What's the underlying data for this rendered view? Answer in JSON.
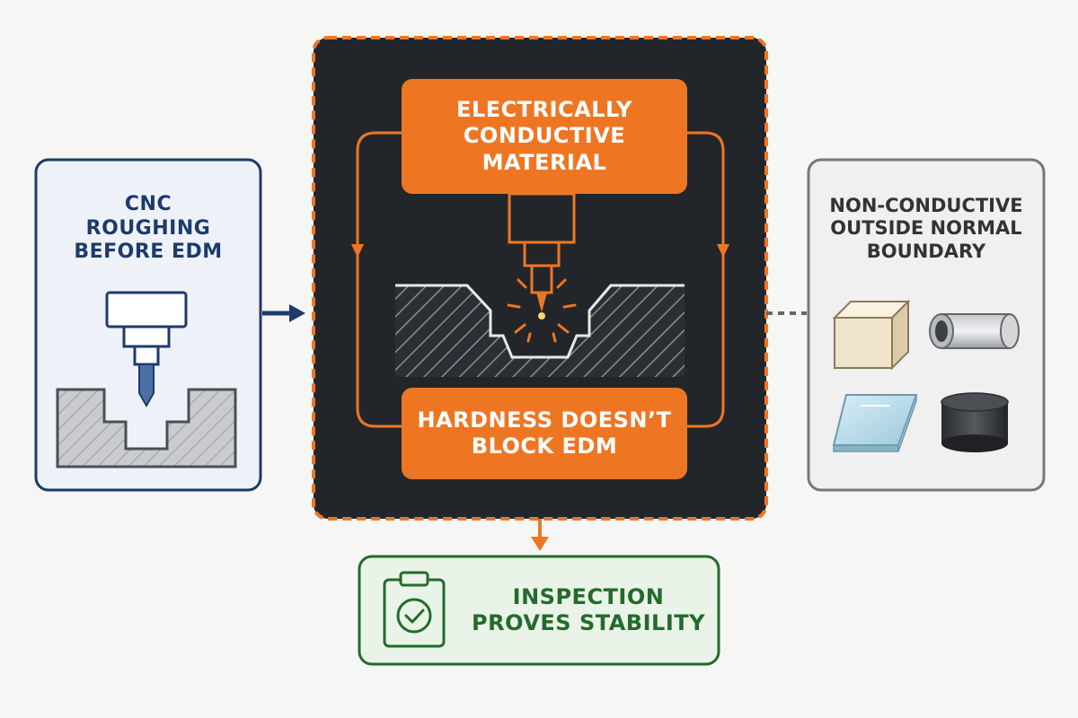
{
  "left_panel": {
    "title_lines": [
      "CNC",
      "ROUGHING",
      "BEFORE EDM"
    ],
    "accent": "#1d3a6a",
    "icon": "cnc-mill-icon"
  },
  "center_panel": {
    "top_box_lines": [
      "ELECTRICALLY",
      "CONDUCTIVE",
      "MATERIAL"
    ],
    "bottom_box_lines": [
      "HARDNESS DOESN’T",
      "BLOCK EDM"
    ],
    "accent": "#ee7623",
    "background": "#22262b",
    "icon": "edm-electrode-spark-icon"
  },
  "right_panel": {
    "title_lines": [
      "NON-CONDUCTIVE",
      "OUTSIDE NORMAL",
      "BOUNDARY"
    ],
    "materials": [
      "ceramic-block-icon",
      "pipe-icon",
      "glass-plate-icon",
      "rubber-puck-icon"
    ]
  },
  "bottom_panel": {
    "title_lines": [
      "INSPECTION",
      "PROVES STABILITY"
    ],
    "accent": "#236b2b",
    "icon": "clipboard-check-icon"
  }
}
